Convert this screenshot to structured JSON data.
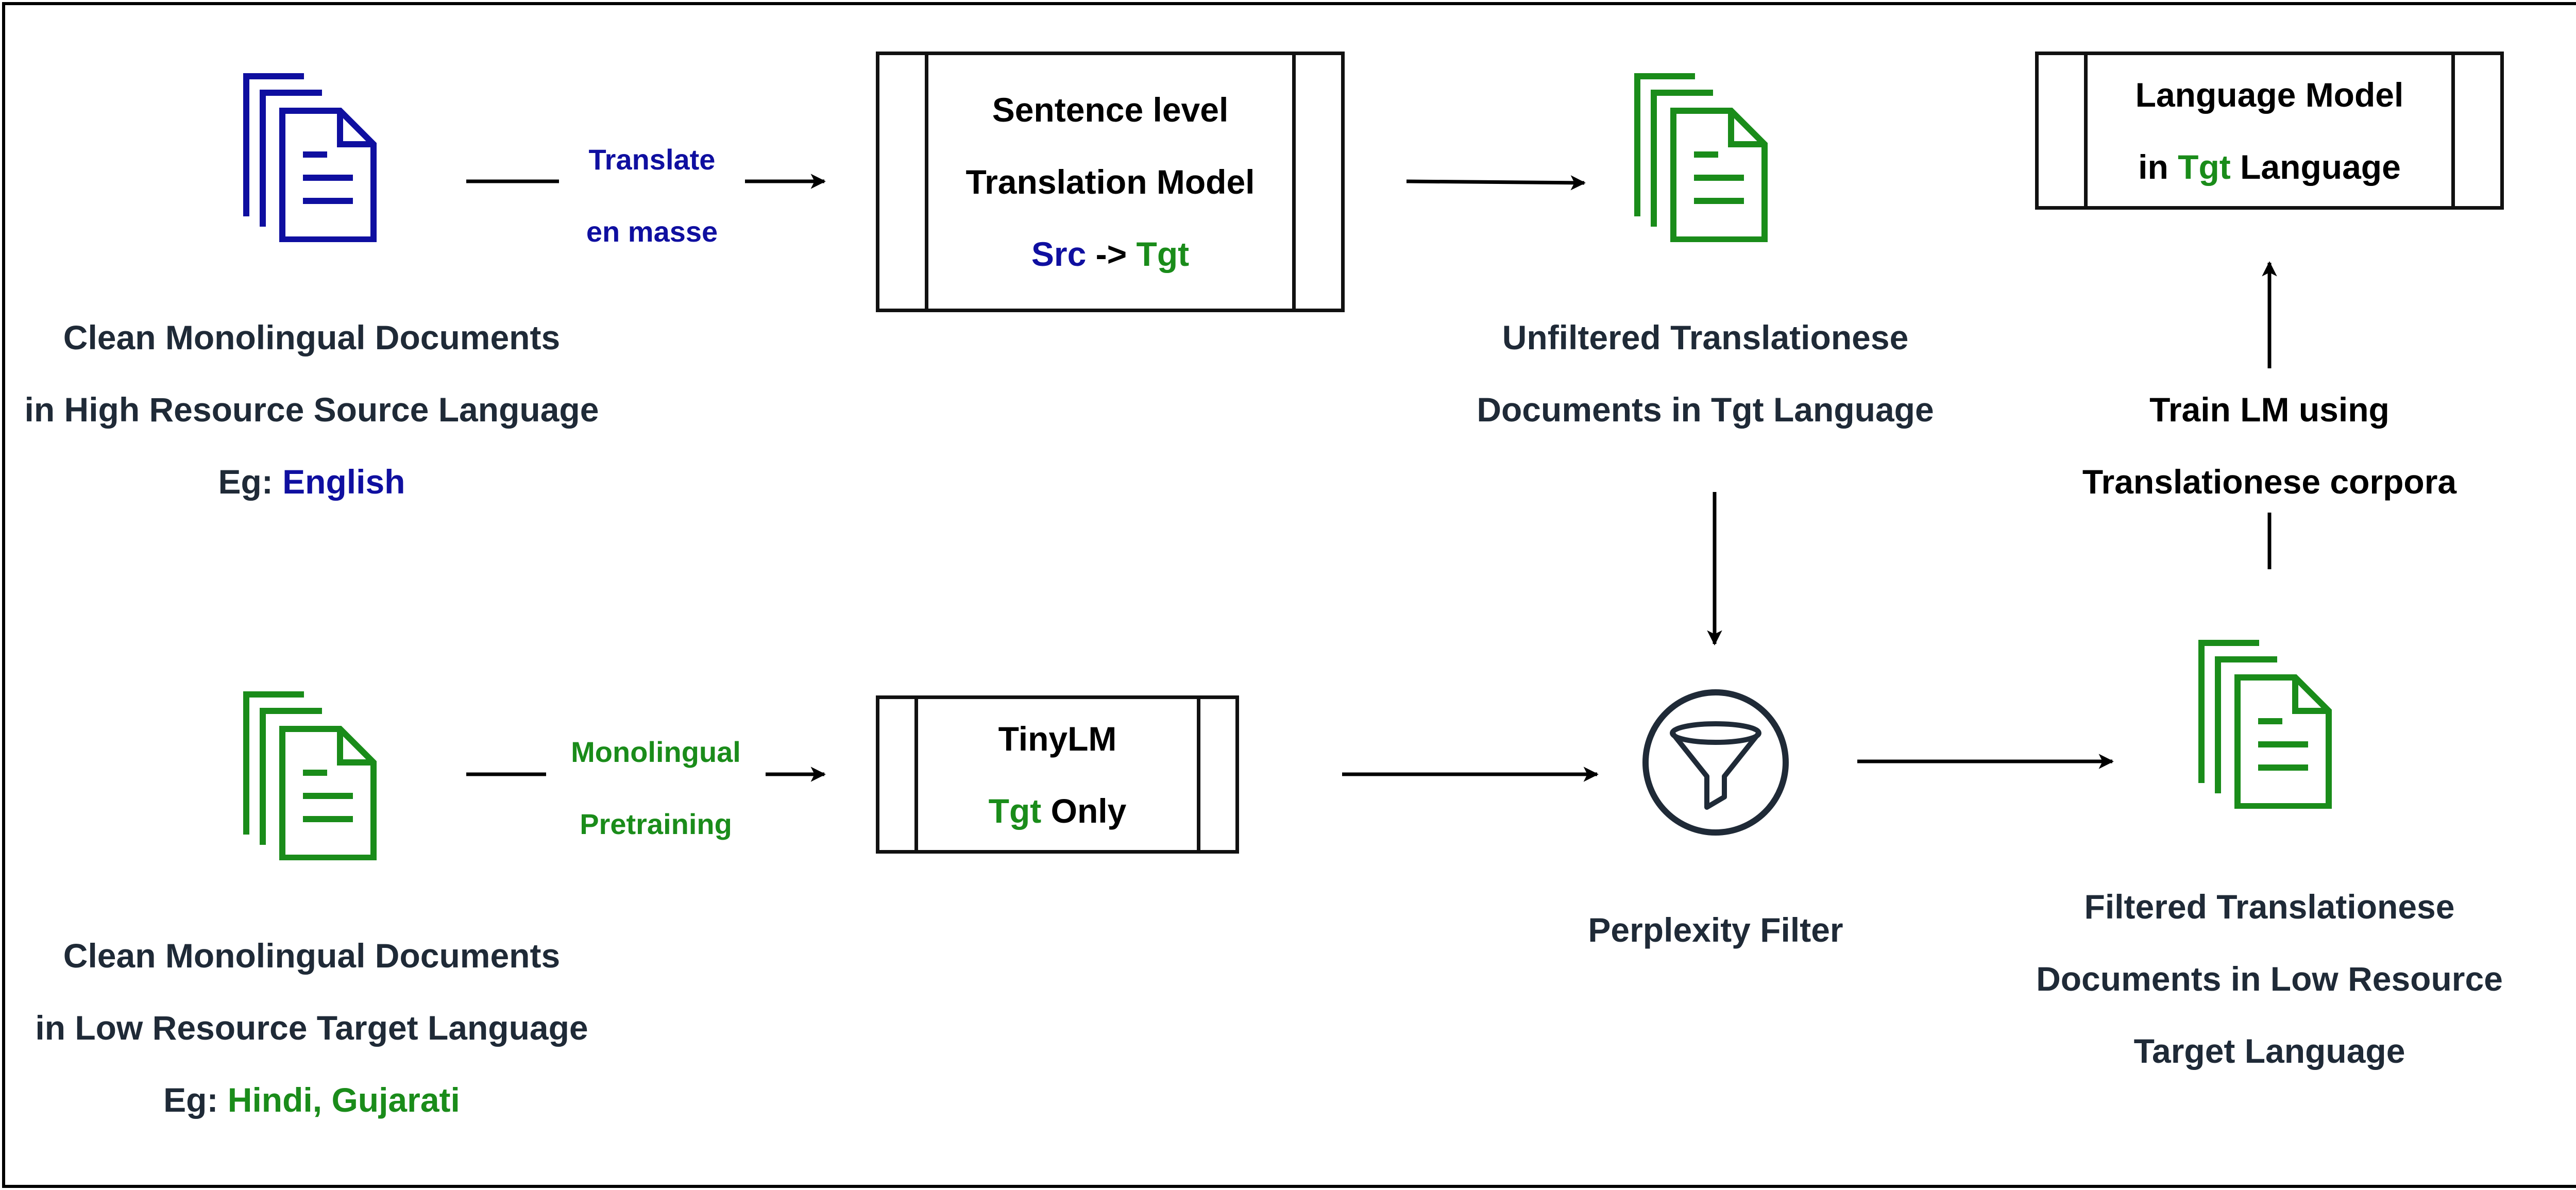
{
  "colors": {
    "source_blue": "#0f0fa0",
    "target_green": "#1a8c1a",
    "text": "#1f2a37",
    "line": "#000000"
  },
  "icons": {
    "source_docs": "document-stack-icon",
    "target_docs": "document-stack-icon",
    "unfiltered_docs": "document-stack-icon",
    "filtered_docs": "document-stack-icon",
    "filter": "funnel-filter-icon"
  },
  "source_docs": {
    "line1": "Clean Monolingual Documents",
    "line2": "in High Resource Source Language",
    "eg_prefix": "Eg: ",
    "eg_value": "English"
  },
  "target_docs": {
    "line1": "Clean Monolingual Documents",
    "line2": "in Low Resource Target Language",
    "eg_prefix": "Eg: ",
    "eg_value": "Hindi, Gujarati"
  },
  "arrow_translate": {
    "line1": "Translate",
    "line2": "en masse"
  },
  "arrow_pretrain": {
    "line1": "Monolingual",
    "line2": "Pretraining"
  },
  "translation_model": {
    "line1": "Sentence level",
    "line2": "Translation Model",
    "src": "Src",
    "sep": " -> ",
    "tgt": "Tgt"
  },
  "tinylm": {
    "line1": "TinyLM",
    "tgt": "Tgt",
    "only": " Only"
  },
  "unfiltered": {
    "line1": "Unfiltered Translationese",
    "line2": "Documents in Tgt Language"
  },
  "filter": {
    "label": "Perplexity Filter"
  },
  "filtered": {
    "line1": "Filtered Translationese",
    "line2": "Documents in Low Resource",
    "line3": "Target Language"
  },
  "train_step": {
    "line1": "Train LM using",
    "line2": "Translationese corpora"
  },
  "language_model": {
    "line1": "Language Model",
    "in": "in ",
    "tgt": "Tgt",
    "lang": " Language"
  }
}
